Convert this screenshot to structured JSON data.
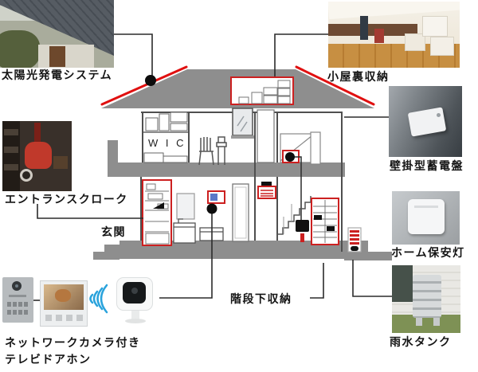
{
  "diagram": {
    "description_labels": {
      "solar": "太陽光発電システム",
      "attic": "小屋裏収納",
      "entrance_cloak": "エントランスクローク",
      "entrance": "玄関",
      "wall_battery": "壁掛型蓄電盤",
      "security_light": "ホーム保安灯",
      "under_stairs_storage": "階段下収納",
      "network_camera_line1": "ネットワークカメラ付き",
      "network_camera_line2": "テレビドアホン",
      "rain_tank": "雨水タンク",
      "wic_room": "W I C"
    },
    "colors": {
      "house_gray": "#8e8e8e",
      "highlight_red": "#cc2020",
      "roof_panel_red": "#e01010",
      "wifi_blue": "#2aa3dc",
      "connector_line": "#2b2b2b"
    },
    "icons": [
      "wifi-waves-icon",
      "roof-marker-dot",
      "camera-marker-dot",
      "battery-marker-dot"
    ]
  }
}
